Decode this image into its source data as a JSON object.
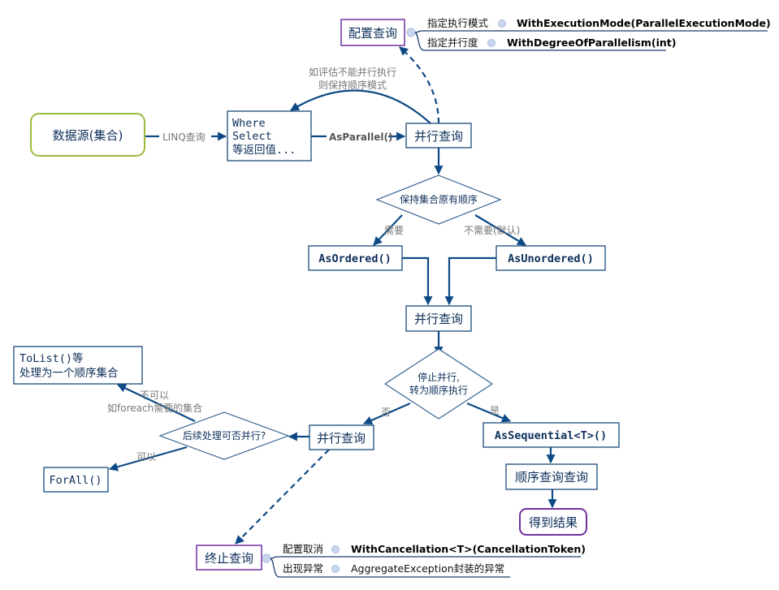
{
  "nodes": {
    "source": "数据源(集合)",
    "where": [
      "Where",
      "Select",
      "等返回值..."
    ],
    "parallel1": "并行查询",
    "config": "配置查询",
    "keep_order": "保持集合原有顺序",
    "as_ordered": "AsOrdered()",
    "as_unordered": "AsUnordered()",
    "parallel2": "并行查询",
    "stop_parallel": [
      "停止并行,",
      "转为顺序执行"
    ],
    "as_sequential": "AsSequential<T>()",
    "seq_query": "顺序查询查询",
    "result": "得到结果",
    "parallel3": "并行查询",
    "follow_parallel": "后续处理可否并行?",
    "tolist": [
      "ToList()等",
      "处理为一个顺序集合"
    ],
    "forall": "ForAll()",
    "terminate": "终止查询"
  },
  "edge_labels": {
    "linq": "LINQ查询",
    "as_parallel": "AsParallel()",
    "fallback": [
      "如评估不能并行执行",
      "则保持顺序模式"
    ],
    "need": "需要",
    "no_need": "不需要(默认)",
    "no": "否",
    "yes": "是",
    "cannot": [
      "不可以",
      "如foreach需要的集合"
    ],
    "can": "可以"
  },
  "config_branches": [
    {
      "label": "指定执行模式",
      "value": "WithExecutionMode(ParallelExecutionMode)"
    },
    {
      "label": "指定并行度",
      "value": "WithDegreeOfParallelism(int)"
    }
  ],
  "terminate_branches": [
    {
      "label": "配置取消",
      "value": "WithCancellation<T>(CancellationToken)"
    },
    {
      "label": "出现异常",
      "value": "AggregateException封装的异常"
    }
  ],
  "colors": {
    "line": "#0d4a85",
    "purple": "#7030a0",
    "green": "#9bbb3a"
  }
}
